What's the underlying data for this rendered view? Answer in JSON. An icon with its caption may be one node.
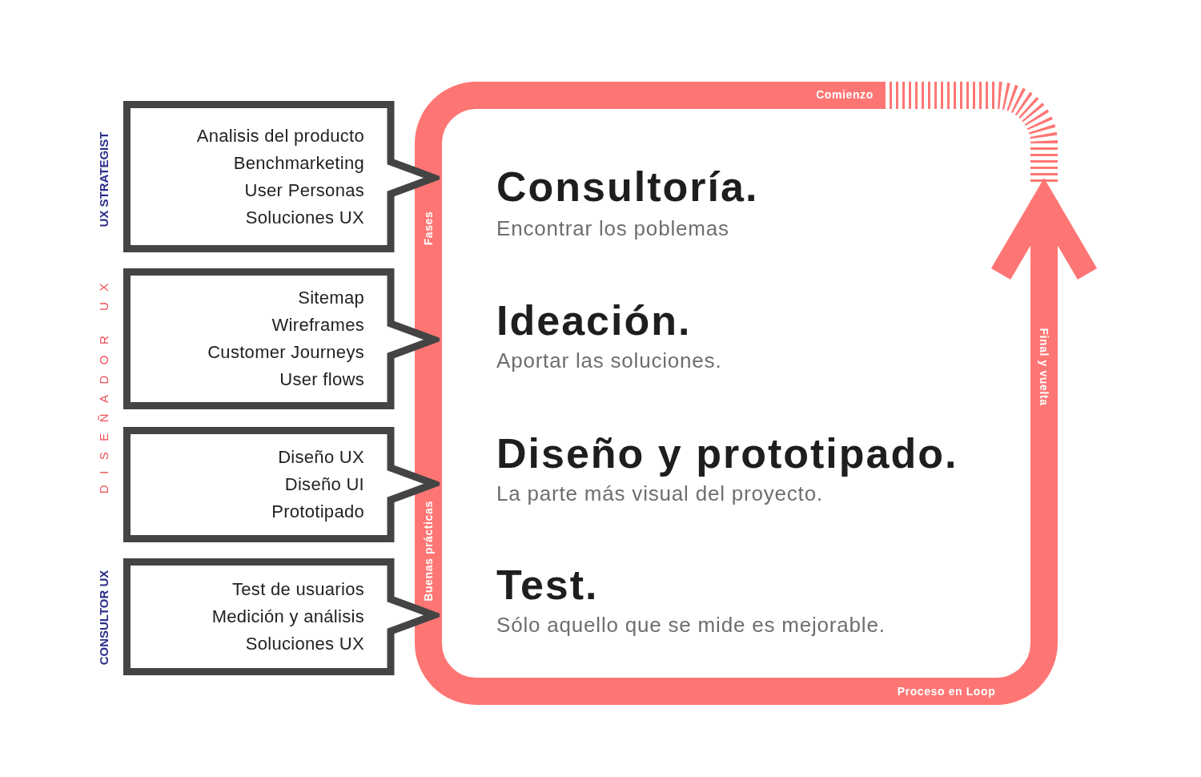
{
  "diagram": {
    "nodes": [
      {
        "text": [
          "Analisis del producto",
          "Benchmarketing",
          "User Personas",
          "Soluciones UX"
        ]
      },
      {
        "text": [
          "Sitemap",
          "Wireframes",
          "Customer Journeys",
          "User flows"
        ]
      },
      {
        "text": [
          "Diseño UX",
          "Diseño UI",
          "Prototipado"
        ]
      },
      {
        "text": [
          "Test de usuarios",
          "Medición y análisis",
          "Soluciones UX"
        ]
      }
    ],
    "labels": [
      "UX STRATEGIST",
      "Comienzo",
      "Consultoría.",
      "Encontrar los poblemas",
      "Fases",
      "DISEÑADOR UX",
      "Ideación.",
      "Aportar las soluciones.",
      "Diseño y prototipado.",
      "La parte más visual del proyecto.",
      "Final y vuelta",
      "Buenas prácticas",
      "Test.",
      "Sólo aquello que se mide es mejorable.",
      "CONSULTOR UX",
      "Proceso en Loop"
    ]
  }
}
